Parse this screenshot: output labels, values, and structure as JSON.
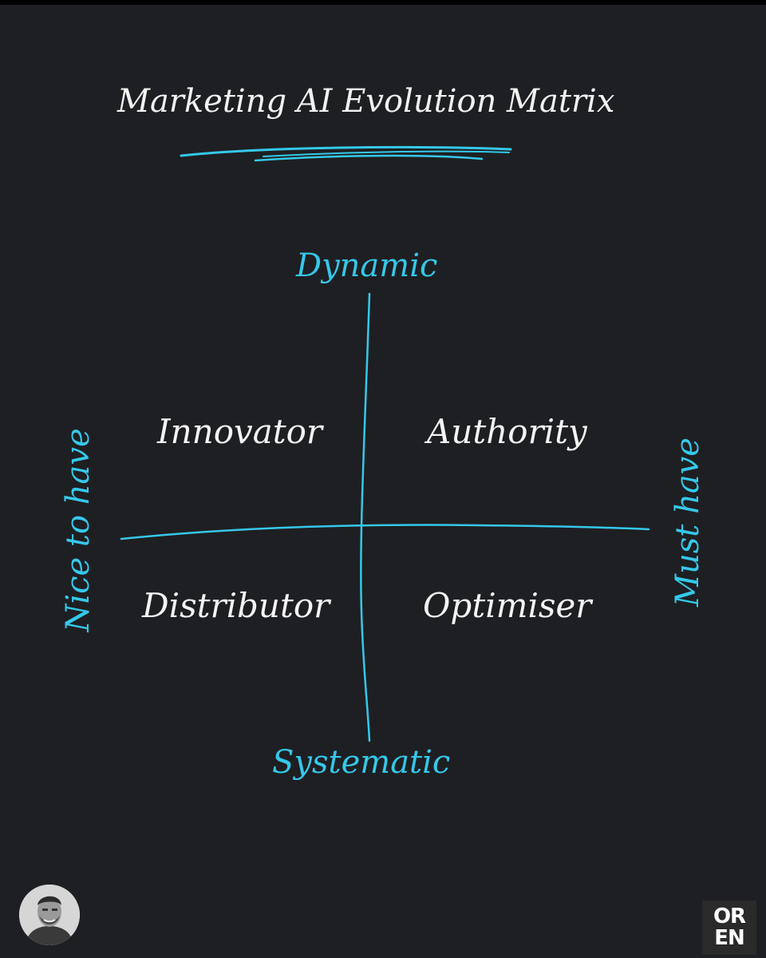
{
  "title": "Marketing AI Evolution Matrix",
  "axes": {
    "top": "Dynamic",
    "bottom": "Systematic",
    "left": "Nice to have",
    "right": "Must have"
  },
  "quadrants": {
    "top_left": "Innovator",
    "top_right": "Authority",
    "bottom_left": "Distributor",
    "bottom_right": "Optimiser"
  },
  "logo": {
    "line1": "OR",
    "line2": "EN"
  },
  "colors": {
    "background": "#1e1f22",
    "accent": "#35c8ea",
    "text": "#f4f4f4"
  }
}
